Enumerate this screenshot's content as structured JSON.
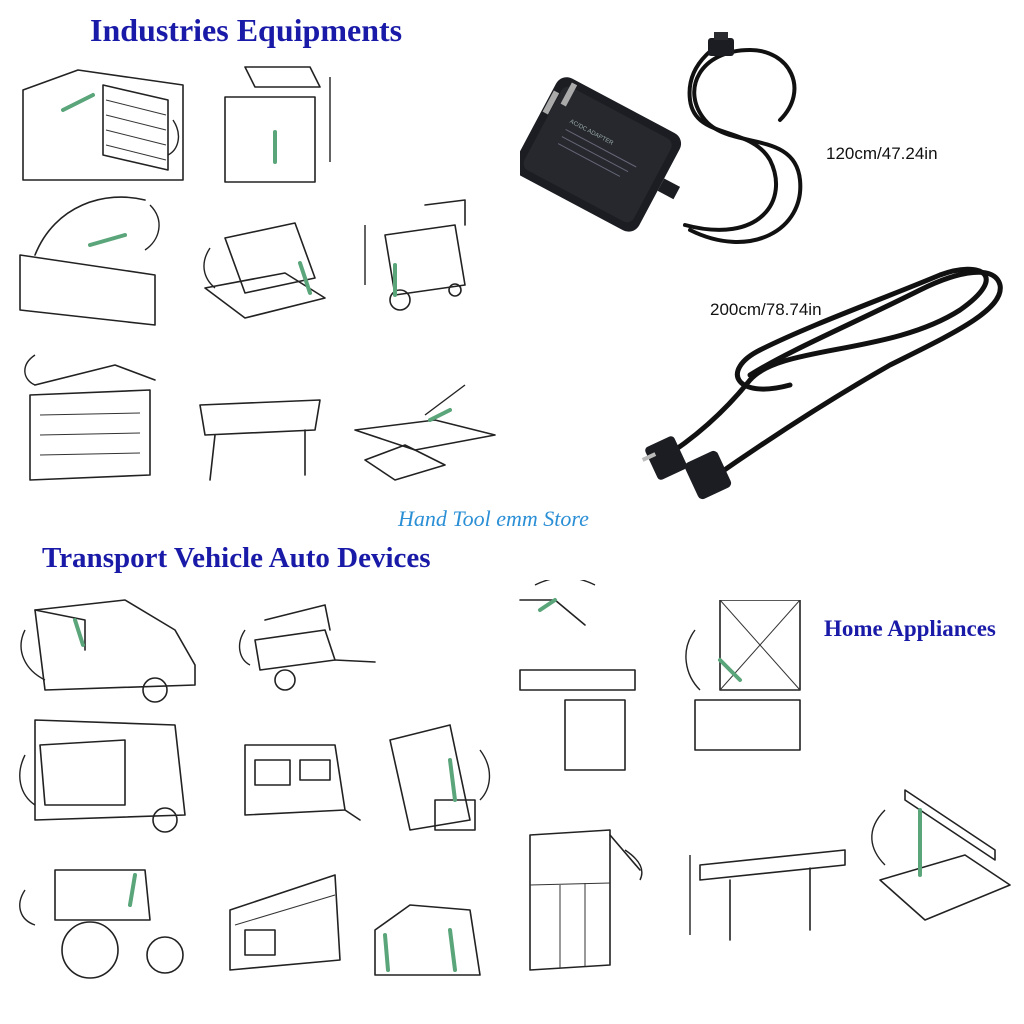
{
  "headings": {
    "industries": "Industries Equipments",
    "transport": "Transport Vehicle Auto Devices",
    "home": "Home Appliances"
  },
  "dimensions": {
    "dc_cable": "120cm/47.24in",
    "extension_cable": "200cm/78.74in"
  },
  "watermark": "Hand Tool emm Store",
  "colors": {
    "heading": "#1a1aa8",
    "watermark": "#2b8fd6",
    "gas_strut": "#5aa57a"
  }
}
